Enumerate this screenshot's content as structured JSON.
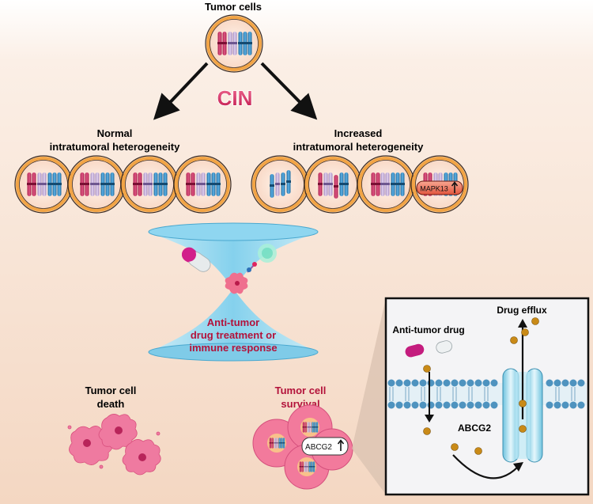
{
  "labels": {
    "tumor_cells": "Tumor cells",
    "cin": "CIN",
    "normal_line1": "Normal",
    "normal_line2": "intratumoral heterogeneity",
    "increased_line1": "Increased",
    "increased_line2": "intratumoral heterogeneity",
    "mapk13": "MAPK13",
    "funnel_line1": "Anti-tumor",
    "funnel_line2": "drug treatment or",
    "funnel_line3": "immune response",
    "death_line1": "Tumor cell",
    "death_line2": "death",
    "survival_line1": "Tumor cell",
    "survival_line2": "survival",
    "abcg2_badge": "ABCG2",
    "inset_drug": "Anti-tumor drug",
    "inset_efflux": "Drug efflux",
    "inset_abcg2": "ABCG2"
  },
  "colors": {
    "accent_red": "#b3123a",
    "chrom_red": "#cf3b6b",
    "chrom_lilac": "#c9b1dd",
    "chrom_blue": "#3b8fc6",
    "cell_ring": "#f1a24a",
    "cell_fill": "#fbe4d6",
    "funnel": "#9fdcf1",
    "membrane": "#7fb2cf",
    "drug_dot": "#c98a17",
    "badge_fill": "#f38a73"
  },
  "icons": {
    "up_arrow": "up-arrow-icon"
  }
}
